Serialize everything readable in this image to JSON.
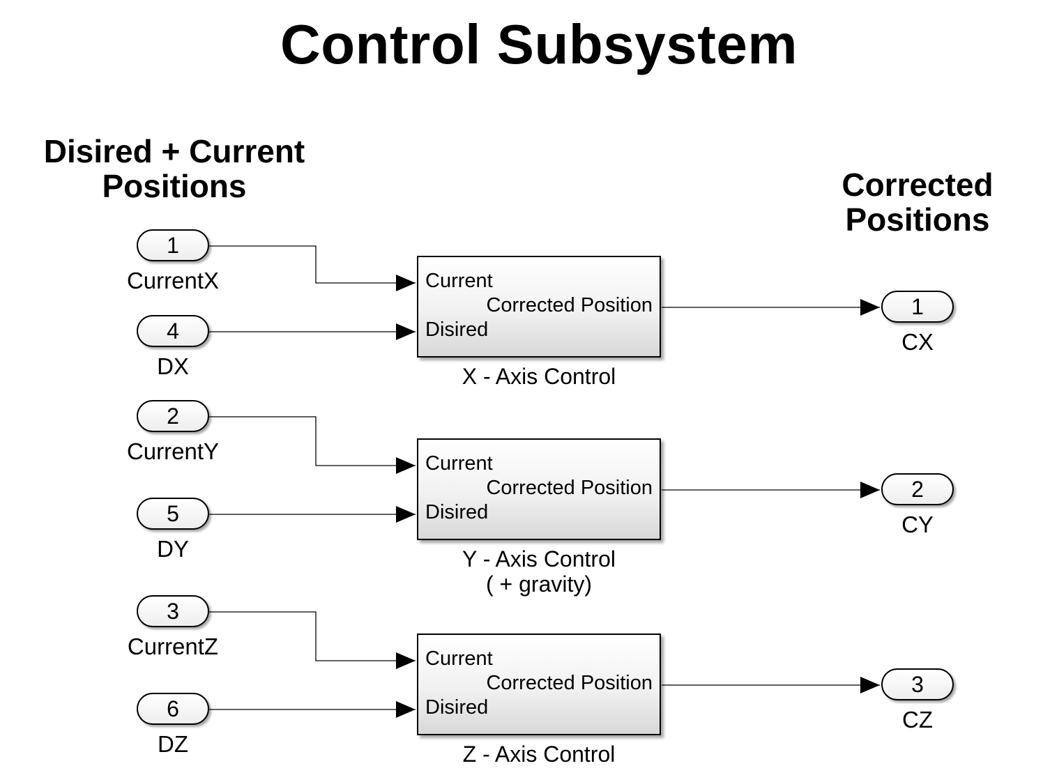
{
  "title": "Control Subsystem",
  "inputs_heading": [
    "Disired + Current",
    "Positions"
  ],
  "outputs_heading": [
    "Corrected",
    "Positions"
  ],
  "inputs": [
    {
      "number": "1",
      "label": "CurrentX"
    },
    {
      "number": "4",
      "label": "DX"
    },
    {
      "number": "2",
      "label": "CurrentY"
    },
    {
      "number": "5",
      "label": "DY"
    },
    {
      "number": "3",
      "label": "CurrentZ"
    },
    {
      "number": "6",
      "label": "DZ"
    }
  ],
  "blocks": [
    {
      "name": [
        "X - Axis Control",
        ""
      ],
      "in1": "Current",
      "in2": "Disired",
      "out": "Corrected Position"
    },
    {
      "name": [
        "Y - Axis Control",
        "( + gravity)"
      ],
      "in1": "Current",
      "in2": "Disired",
      "out": "Corrected Position"
    },
    {
      "name": [
        "Z - Axis Control",
        ""
      ],
      "in1": "Current",
      "in2": "Disired",
      "out": "Corrected Position"
    }
  ],
  "outputs": [
    {
      "number": "1",
      "label": "CX"
    },
    {
      "number": "2",
      "label": "CY"
    },
    {
      "number": "3",
      "label": "CZ"
    }
  ]
}
